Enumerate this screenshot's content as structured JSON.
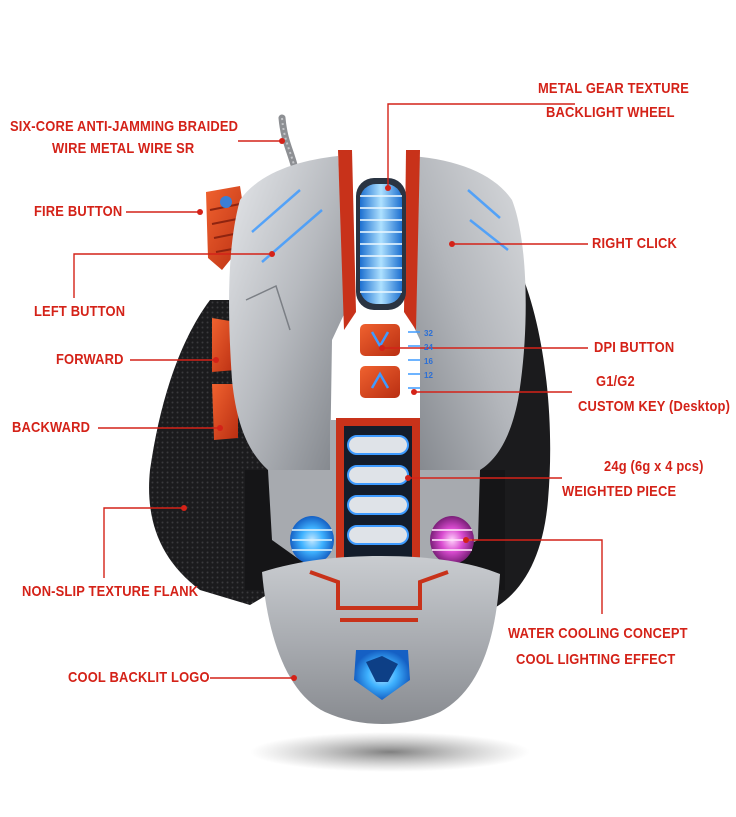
{
  "callouts": {
    "braided_wire": {
      "line1": "SIX-CORE ANTI-JAMMING BRAIDED",
      "line2": "WIRE METAL WIRE SR"
    },
    "gear_wheel": {
      "line1": "METAL GEAR TEXTURE",
      "line2": "BACKLIGHT WHEEL"
    },
    "fire_button": "FIRE BUTTON",
    "right_click": "RIGHT CLICK",
    "left_button": "LEFT BUTTON",
    "dpi_button": "DPI BUTTON",
    "forward": "FORWARD",
    "g1g2": {
      "line1": "G1/G2",
      "line2": "CUSTOM KEY (Desktop)"
    },
    "backward": "BACKWARD",
    "weighted": {
      "line1": "24g (6g x 4 pcs)",
      "line2": "WEIGHTED PIECE"
    },
    "flank": "NON-SLIP TEXTURE FLANK",
    "water_cooling": {
      "line1": "WATER COOLING CONCEPT",
      "line2": "COOL LIGHTING EFFECT"
    },
    "logo": "COOL BACKLIT LOGO"
  },
  "dpi_scale": [
    "32",
    "24",
    "16",
    "12"
  ],
  "colors": {
    "label_red": "#d42218",
    "accent_orange": "#e0431e",
    "body_silver": "#b9bcc1",
    "flank_black": "#1b1b1d",
    "led_blue": "#3fb2ff",
    "led_pink": "#d94bd0"
  }
}
